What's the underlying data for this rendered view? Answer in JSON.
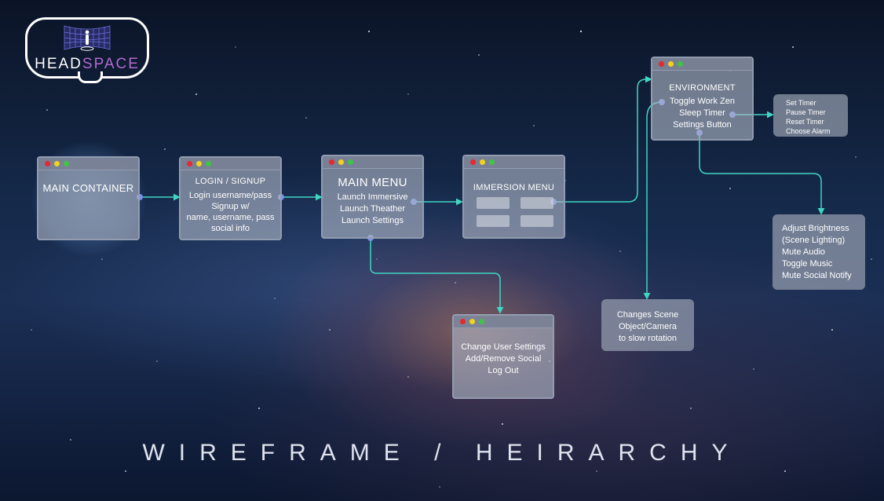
{
  "logo": {
    "text_part_a": "HEAD",
    "text_part_b": "SPACE",
    "colors": {
      "outline": "#ffffff",
      "accent": "#b06ad0"
    }
  },
  "windows": {
    "main_container": {
      "title": "MAIN CONTAINER"
    },
    "login": {
      "title": "LOGIN / SIGNUP",
      "lines": [
        "Login username/pass",
        "Signup w/",
        "name, username, pass",
        "social info"
      ]
    },
    "main_menu": {
      "title": "MAIN MENU",
      "lines": [
        "Launch Immersive",
        "Launch Theather",
        "Launch Settings"
      ]
    },
    "immersion_menu": {
      "title": "IMMERSION MENU"
    },
    "environment": {
      "title": "ENVIRONMENT",
      "lines": [
        "Toggle Work Zen",
        "Sleep Timer",
        "Settings Button"
      ]
    },
    "settings": {
      "lines": [
        "Change User Settings",
        "Add/Remove Social",
        "Log Out"
      ]
    }
  },
  "notes": {
    "timer": [
      "Set Timer",
      "Pause Timer",
      "Reset Timer",
      "Choose Alarm"
    ],
    "scene_settings": [
      "Adjust Brightness",
      "(Scene Lighting)",
      "Mute Audio",
      "Toggle Music",
      "Mute Social Notify"
    ],
    "work_zen": [
      "Changes Scene",
      "Object/Camera",
      "to slow rotation"
    ]
  },
  "heading": "WIREFRAME / HEIRARCHY",
  "colors": {
    "connector_blue": "#6f8fe0",
    "connector_teal": "#3fd6c2",
    "window_dot_red": "#e8272e",
    "window_dot_yellow": "#f2d21a",
    "window_dot_green": "#3fc444"
  }
}
